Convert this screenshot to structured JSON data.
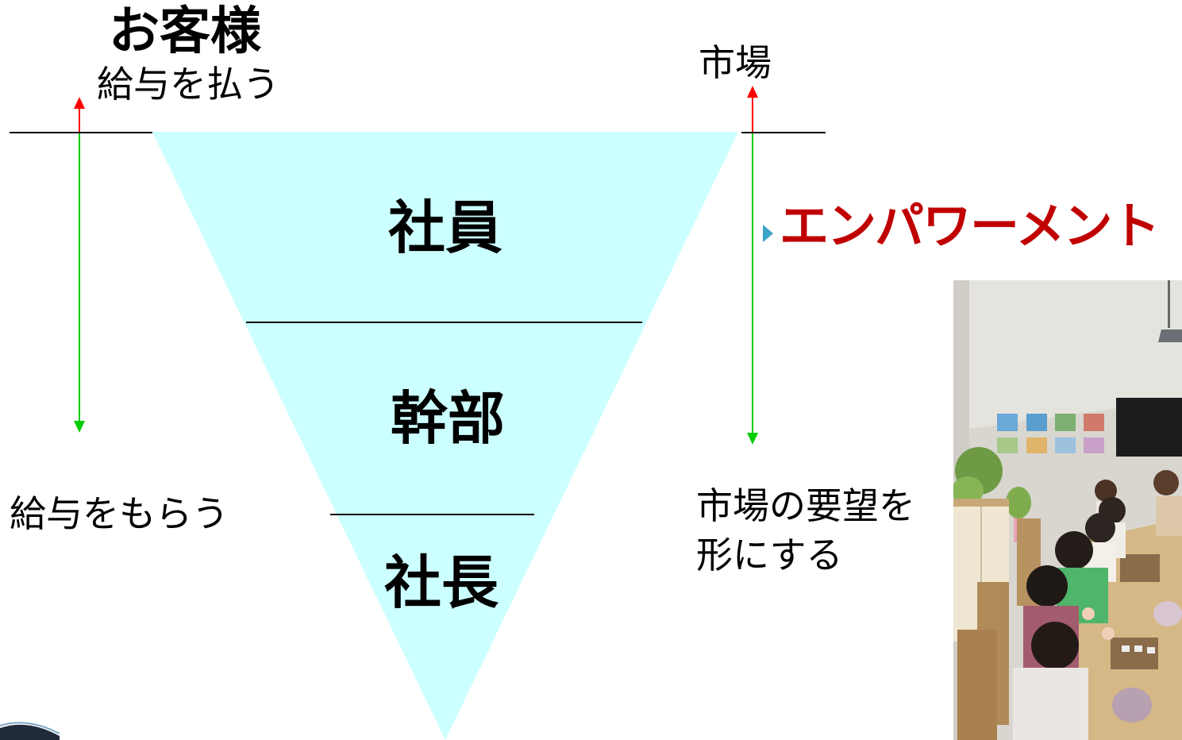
{
  "left": {
    "customer_title": "お客様",
    "pay_salary": "給与を払う",
    "receive_salary": "給与をもらう"
  },
  "right": {
    "market": "市場",
    "empowerment": "エンパワーメント",
    "market_request_line1": "市場の要望を",
    "market_request_line2": "形にする"
  },
  "pyramid": {
    "layers": [
      "社員",
      "幹部",
      "社長"
    ]
  },
  "colors": {
    "triangle_fill": "#ccffff",
    "arrow_up": "#ff0000",
    "arrow_down": "#00cc00",
    "empowerment_text": "#c00000",
    "bullet": "#3aa5c8"
  },
  "icons": {
    "bullet": "triangle-bullet-icon"
  }
}
